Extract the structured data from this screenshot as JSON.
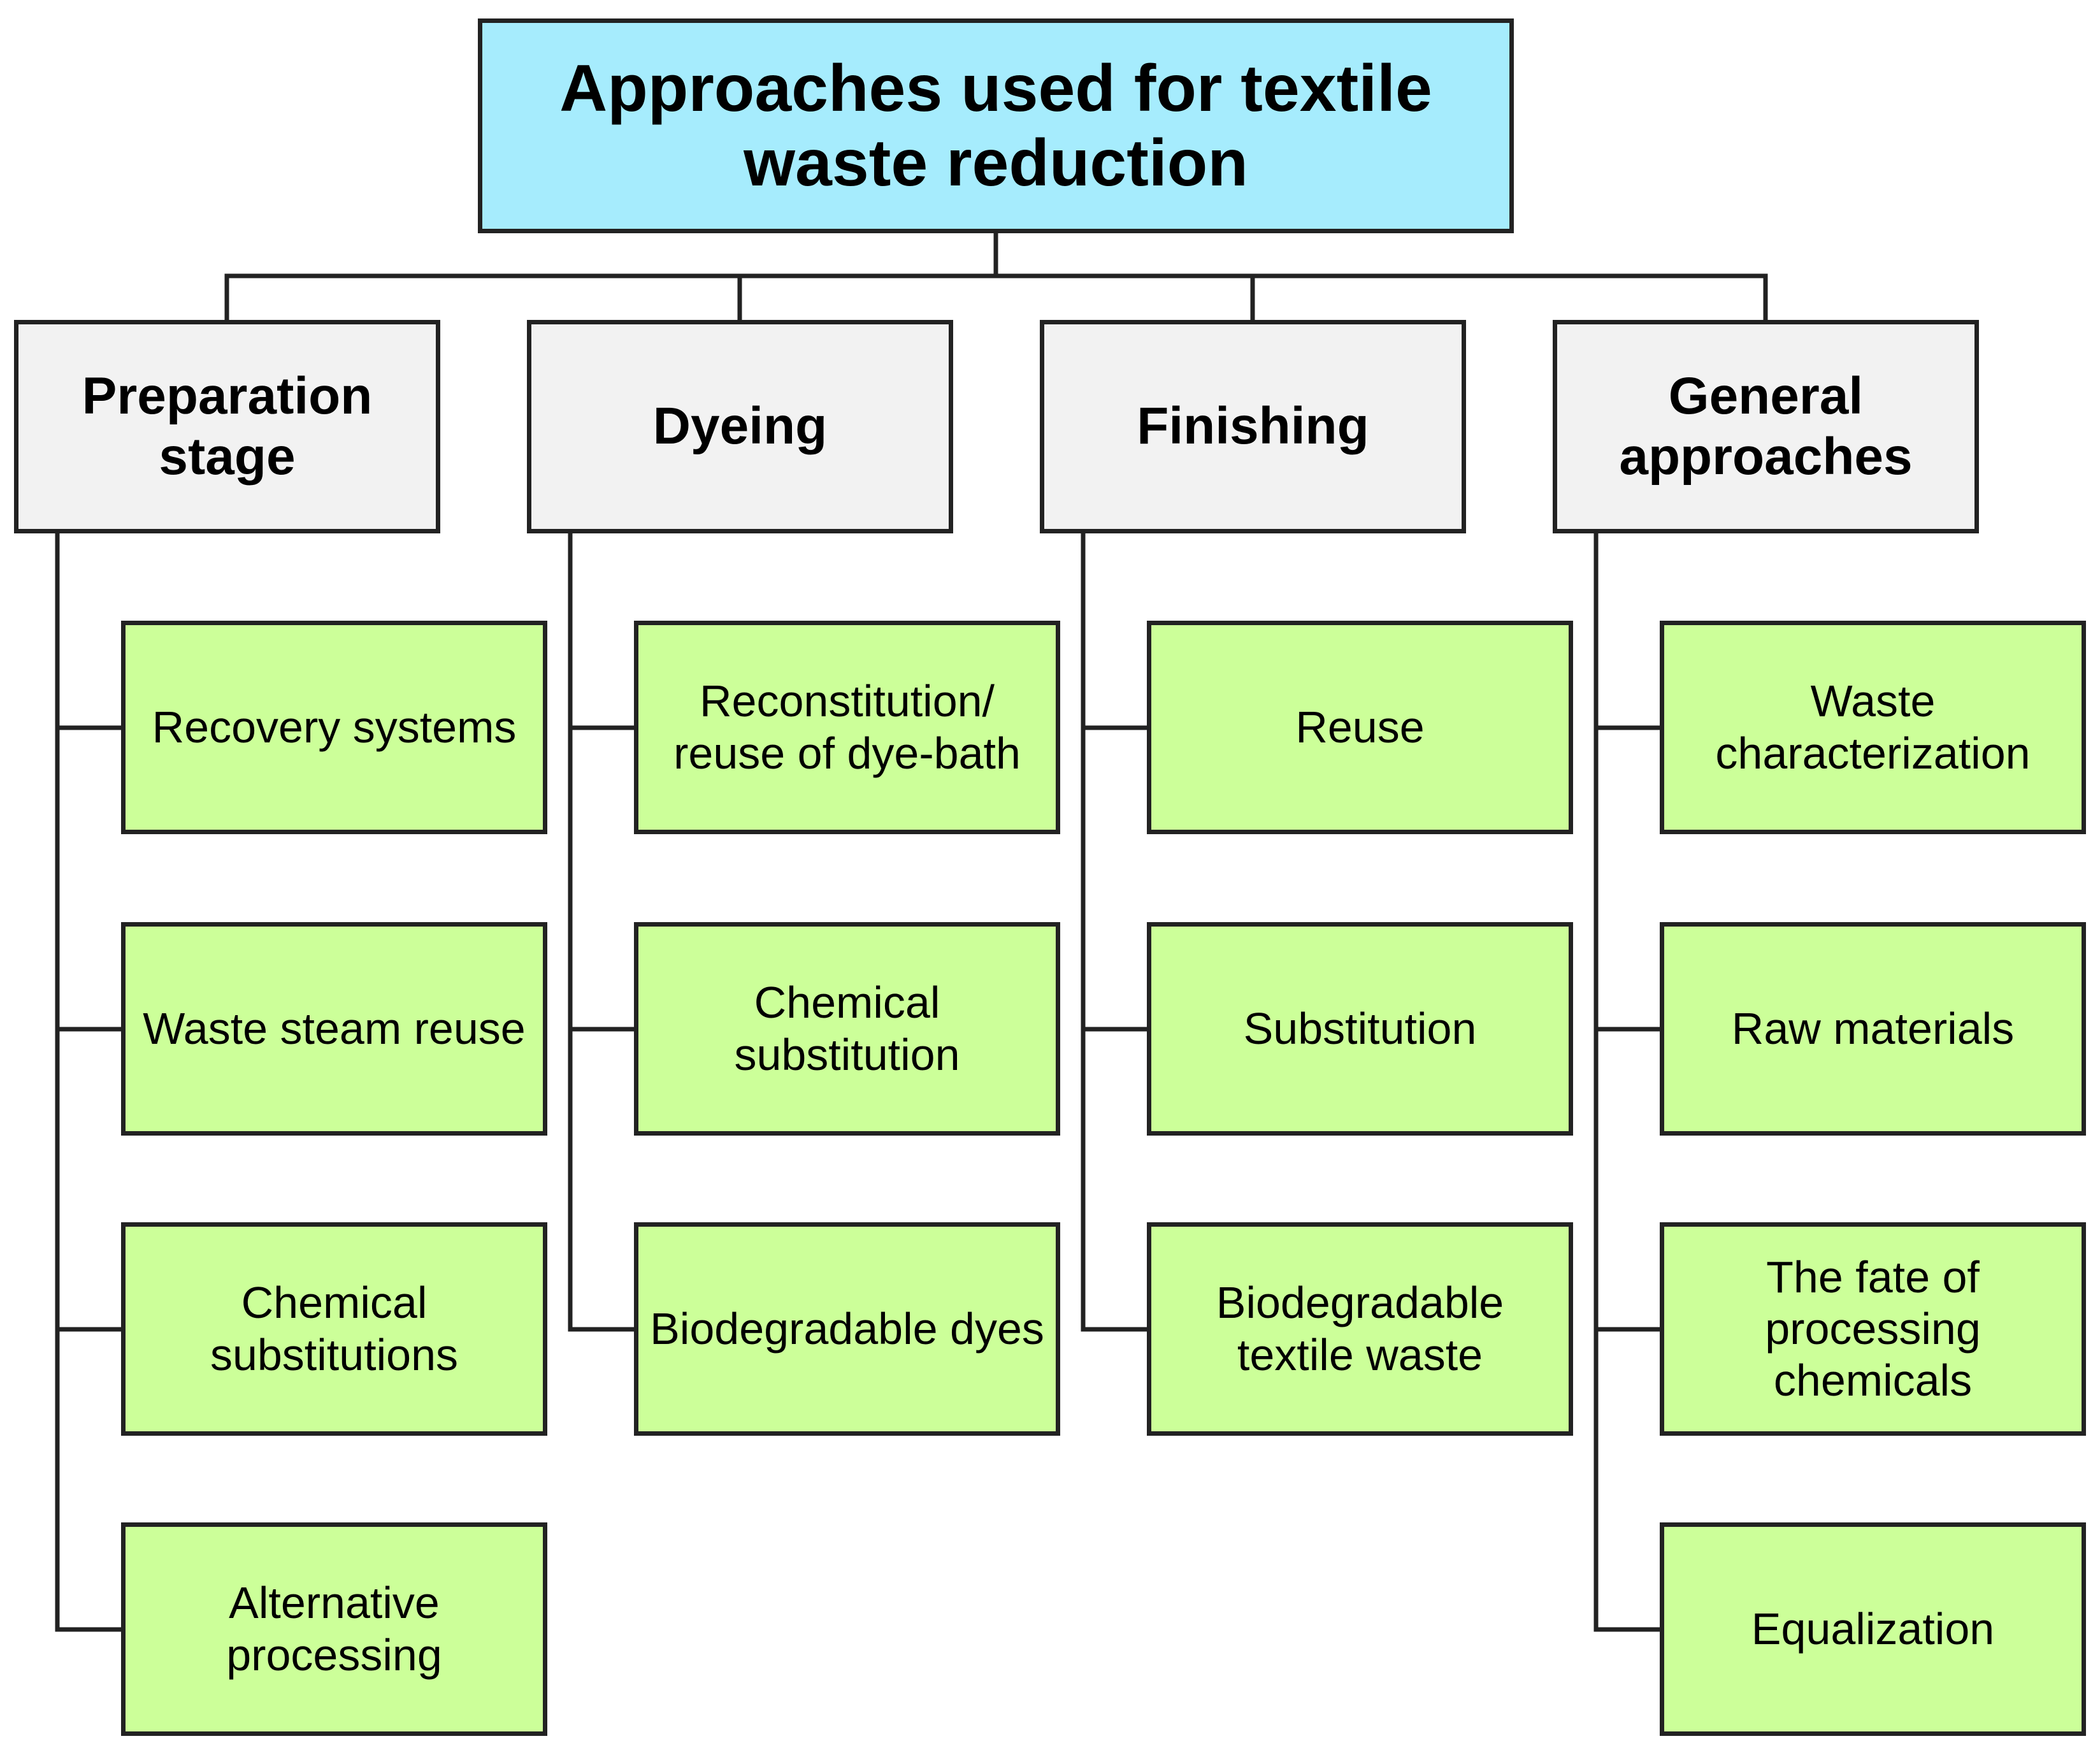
{
  "colors": {
    "root_fill": "#a6ecfd",
    "category_fill": "#f2f2f2",
    "item_fill": "#ccff99",
    "line": "#222222"
  },
  "root": {
    "title": "Approaches used for textile waste reduction"
  },
  "categories": [
    {
      "label": "Preparation stage",
      "items": [
        "Recovery systems",
        "Waste steam reuse",
        "Chemical substitutions",
        "Alternative processing"
      ]
    },
    {
      "label": "Dyeing",
      "items": [
        "Reconstitution/ reuse of dye-bath",
        "Chemical substitution",
        "Biodegradable dyes"
      ]
    },
    {
      "label": "Finishing",
      "items": [
        "Reuse",
        "Substitution",
        "Biodegradable textile waste"
      ]
    },
    {
      "label": "General approaches",
      "items": [
        "Waste characterization",
        "Raw materials",
        "The fate of processing chemicals",
        "Equalization"
      ]
    }
  ]
}
